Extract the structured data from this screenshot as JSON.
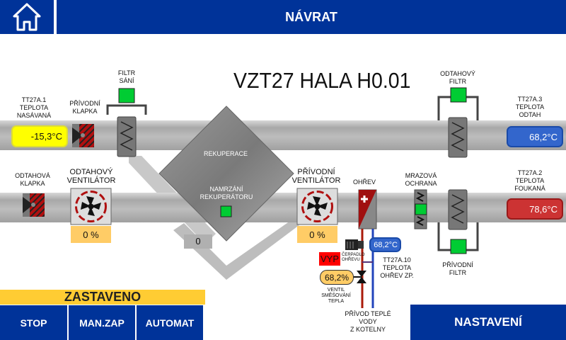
{
  "header": {
    "home_icon": "home-icon",
    "back_label": "NÁVRAT"
  },
  "title": "VZT27 HALA H0.01",
  "sensors": {
    "intake": {
      "tag": "TT27A.1",
      "l1": "TEPLOTA",
      "l2": "NASÁVANÁ",
      "value": "-15,3°C",
      "color": "#ffff00"
    },
    "exhaust": {
      "tag": "TT27A.3",
      "l1": "TEPLOTA",
      "l2": "ODTAH",
      "value": "68,2°C",
      "color": "#3366cc"
    },
    "supply": {
      "tag": "TT27A.2",
      "l1": "TEPLOTA",
      "l2": "FOUKANÁ",
      "value": "78,6°C",
      "color": "#cc3333"
    },
    "heater_return": {
      "tag": "TT27A.10",
      "l1": "TEPLOTA",
      "l2": "OHŘEV ZP.",
      "value": "68,2°C"
    }
  },
  "labels": {
    "filter_intake": [
      "FILTR",
      "SÁNÍ"
    ],
    "damper_supply": [
      "PŘÍVODNÍ",
      "KLAPKA"
    ],
    "damper_exhaust": [
      "ODTAHOVÁ",
      "KLAPKA"
    ],
    "fan_exhaust": [
      "ODTAHOVÝ",
      "VENTILÁTOR"
    ],
    "fan_supply": [
      "PŘÍVODNÍ",
      "VENTILÁTOR"
    ],
    "heater": "OHŘEV",
    "frost": [
      "MRAZOVÁ",
      "OCHRANA"
    ],
    "filter_exhaust": [
      "ODTAHOVÝ",
      "FILTR"
    ],
    "filter_supply": [
      "PŘÍVODNÍ",
      "FILTR"
    ],
    "recuperation": "REKUPERACE",
    "recup_frost": [
      "NAMRZÁNÍ",
      "REKUPERÁTORU"
    ],
    "pump": [
      "ČERPADLO",
      "OHŘEVU"
    ],
    "valve": [
      "VENTIL",
      "SMĚŠOVÁNÍ",
      "TEPLA"
    ],
    "water": [
      "PŘÍVOD TEPLÉ",
      "VODY",
      "Z KOTELNY"
    ]
  },
  "values": {
    "fan_exhaust_pct": "0 %",
    "fan_supply_pct": "0 %",
    "recup_value": "0",
    "pump_state": "VYP",
    "valve_pct": "68,2%"
  },
  "status": {
    "state": "ZASTAVENO"
  },
  "buttons": {
    "stop": "STOP",
    "manual": "MAN.ZAP",
    "auto": "AUTOMAT",
    "settings": "NASTAVENÍ"
  },
  "colors": {
    "header": "#003399",
    "ok": "#00cc33",
    "status": "#ffcc33",
    "alarm": "#ff0000"
  }
}
